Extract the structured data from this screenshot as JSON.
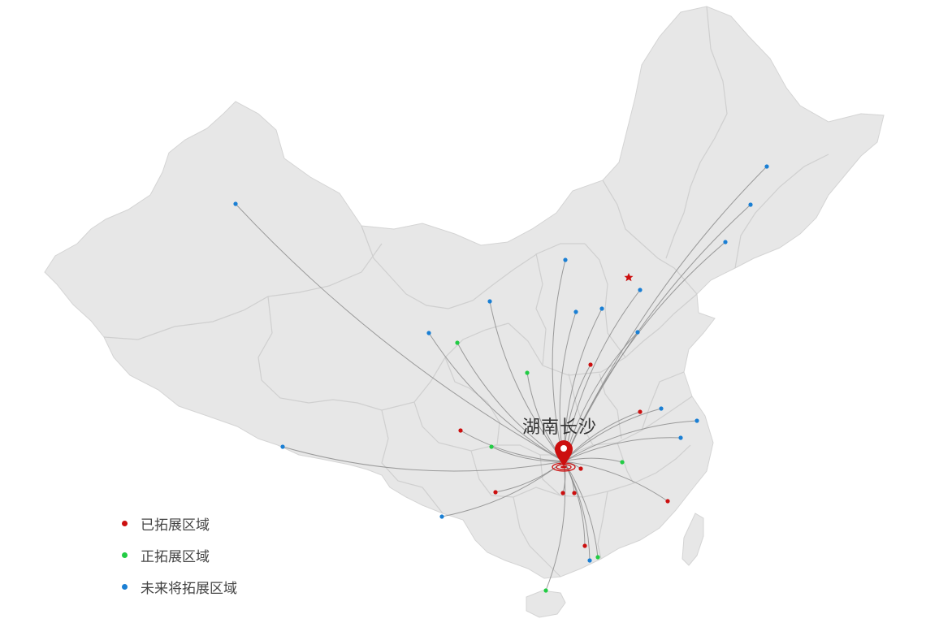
{
  "map": {
    "center_label": "湖南长沙",
    "colors": {
      "land": "#e7e7e7",
      "border": "#cfcfcf",
      "route": "#8c8c8c",
      "center": "#cc0f0f",
      "capital_star": "#cc0f0f"
    },
    "points": [
      {
        "status": "future"
      },
      {
        "status": "future"
      },
      {
        "status": "future"
      },
      {
        "status": "future"
      },
      {
        "status": "future"
      },
      {
        "status": "future"
      },
      {
        "status": "future"
      },
      {
        "status": "future"
      },
      {
        "status": "future"
      },
      {
        "status": "future"
      },
      {
        "status": "future"
      },
      {
        "status": "future"
      },
      {
        "status": "future"
      },
      {
        "status": "future"
      },
      {
        "status": "future"
      },
      {
        "status": "future"
      },
      {
        "status": "future"
      },
      {
        "status": "current"
      },
      {
        "status": "current"
      },
      {
        "status": "current"
      },
      {
        "status": "current"
      },
      {
        "status": "current"
      },
      {
        "status": "current"
      },
      {
        "status": "done"
      },
      {
        "status": "done"
      },
      {
        "status": "done"
      },
      {
        "status": "done"
      },
      {
        "status": "done"
      },
      {
        "status": "done"
      },
      {
        "status": "done"
      },
      {
        "status": "done"
      },
      {
        "status": "done"
      }
    ]
  },
  "legend": [
    {
      "label": "已拓展区域",
      "color": "#cc0f0f",
      "status": "done"
    },
    {
      "label": "正拓展区域",
      "color": "#22cc44",
      "status": "current"
    },
    {
      "label": "未来将拓展区域",
      "color": "#1a7fd4",
      "status": "future"
    }
  ]
}
